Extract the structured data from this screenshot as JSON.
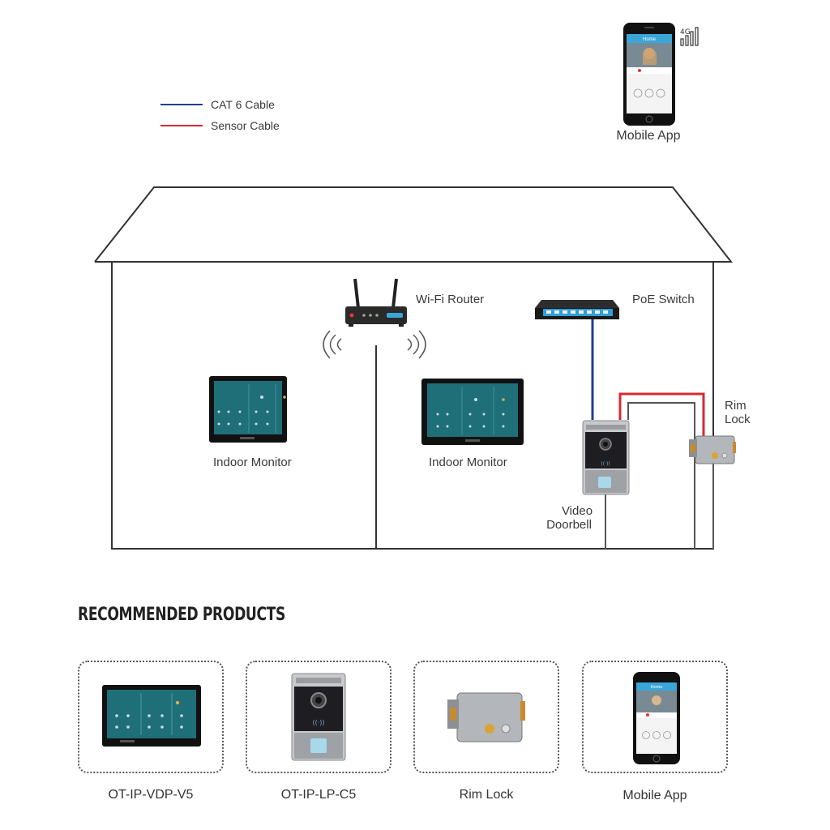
{
  "legend": {
    "cat6": {
      "label": "CAT 6 Cable",
      "color": "#1f3f8c"
    },
    "sensor": {
      "label": "Sensor Cable",
      "color": "#d42a35"
    }
  },
  "devices": {
    "mobile_app": "Mobile App",
    "mobile_screen_title": "Home",
    "signal_badge": "4G",
    "wifi_router": "Wi-Fi Router",
    "poe_switch": "PoE Switch",
    "indoor_monitor_1": "Indoor Monitor",
    "indoor_monitor_2": "Indoor Monitor",
    "rim_lock_line1": "Rim",
    "rim_lock_line2": "Lock",
    "video_doorbell_line1": "Video",
    "video_doorbell_line2": "Doorbell"
  },
  "recommended": {
    "heading": "RECOMMENDED PRODUCTS",
    "products": [
      {
        "label": "OT-IP-VDP-V5",
        "icon": "indoor-monitor-icon"
      },
      {
        "label": "OT-IP-LP-C5",
        "icon": "video-doorbell-icon"
      },
      {
        "label": "Rim Lock",
        "icon": "rim-lock-icon"
      },
      {
        "label": "Mobile App",
        "icon": "mobile-phone-icon"
      }
    ]
  },
  "colors": {
    "outline": "#333333",
    "cat6": "#1f3f8c",
    "sensor": "#d42a35",
    "gray_wire": "#555555",
    "screen": "#1f6f78"
  }
}
